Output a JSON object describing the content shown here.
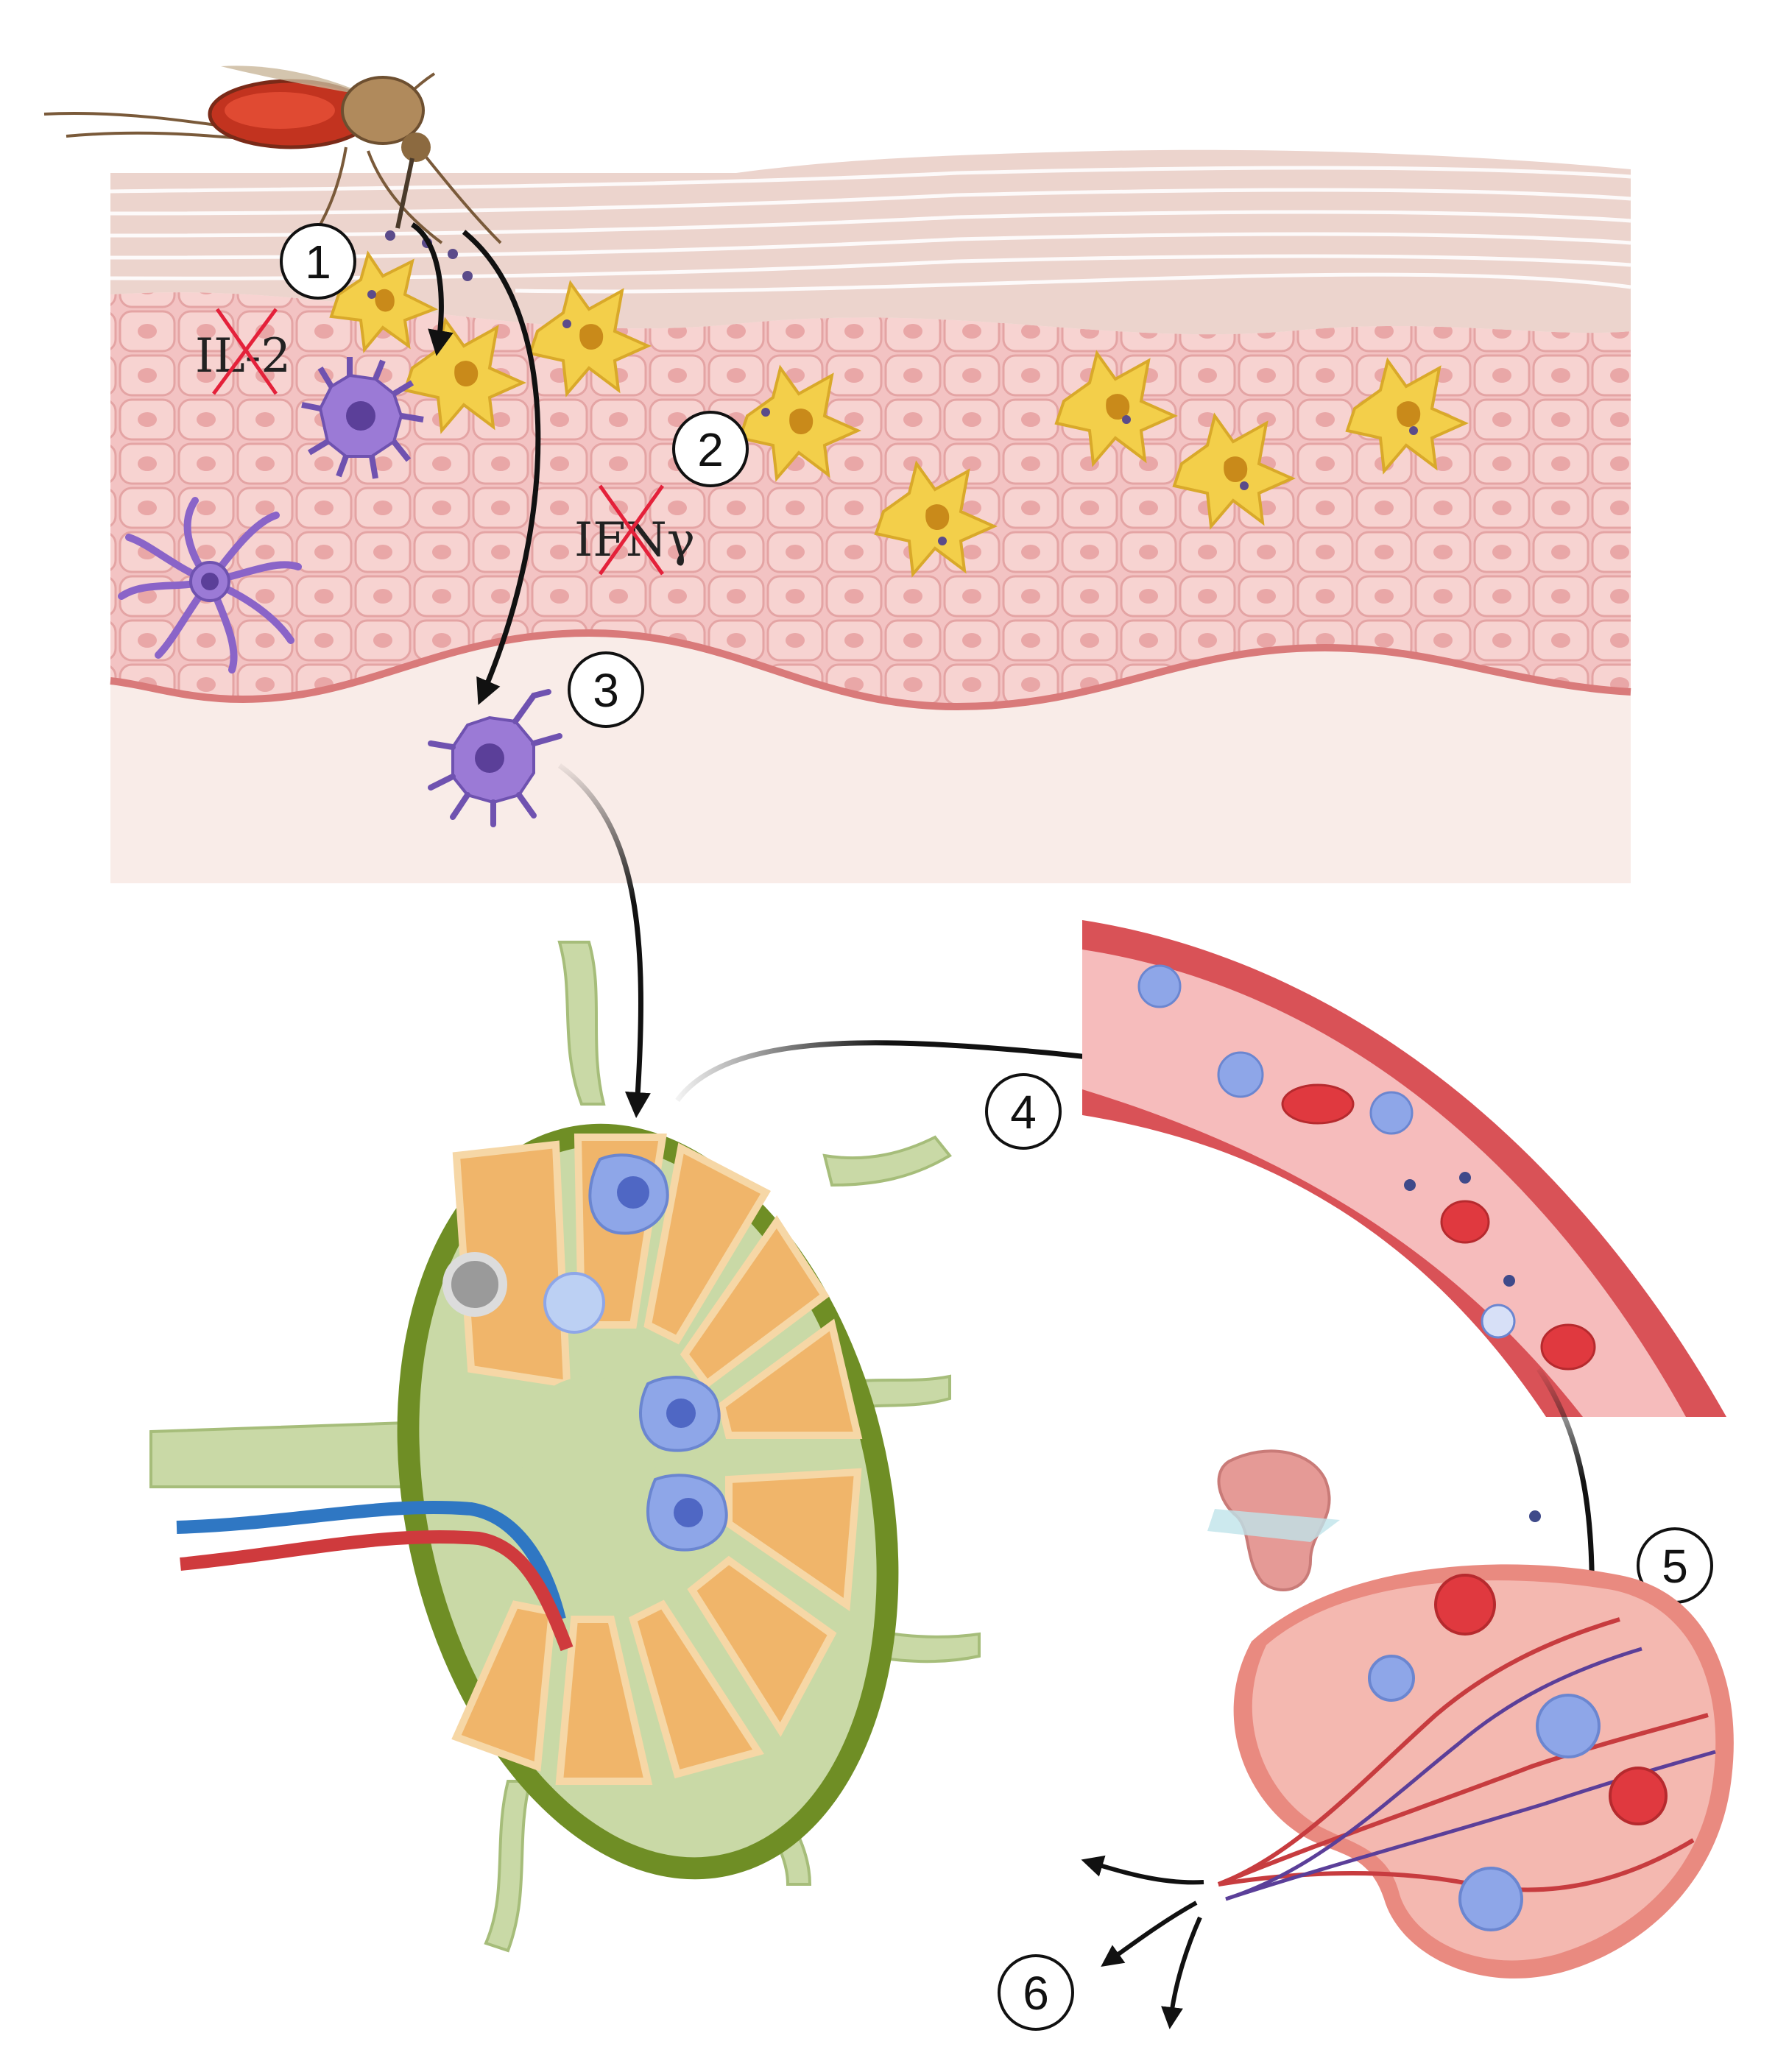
{
  "figure": {
    "steps": [
      "1",
      "2",
      "3",
      "4",
      "5",
      "6"
    ],
    "cytokines": {
      "il2": "IL-2",
      "ifng": "IFNγ"
    }
  },
  "colors": {
    "skin_top": "#ead3cc",
    "epidermis": "#f1c0c0",
    "dermis": "#f9ece8",
    "langerhans_cell": "#f3cf4a",
    "dendritic_cell": "#9b7ad6",
    "lymph_node_capsule": "#6f8e25",
    "lymph_node_cortex": "#f0b56a",
    "blood_vessel_wall": "#d95257",
    "blood_vessel_lumen": "#f6bcbc",
    "infected_cell": "#8ea6e8",
    "red_blood_cell": "#e0393f",
    "spleen": "#e98a80",
    "arrow": "#111111"
  },
  "icons": [
    "mosquito-icon",
    "langerhans-cell-icon",
    "dendritic-cell-icon",
    "macrophage-icon",
    "red-blood-cell-icon",
    "lymph-node-icon",
    "spleen-icon"
  ]
}
